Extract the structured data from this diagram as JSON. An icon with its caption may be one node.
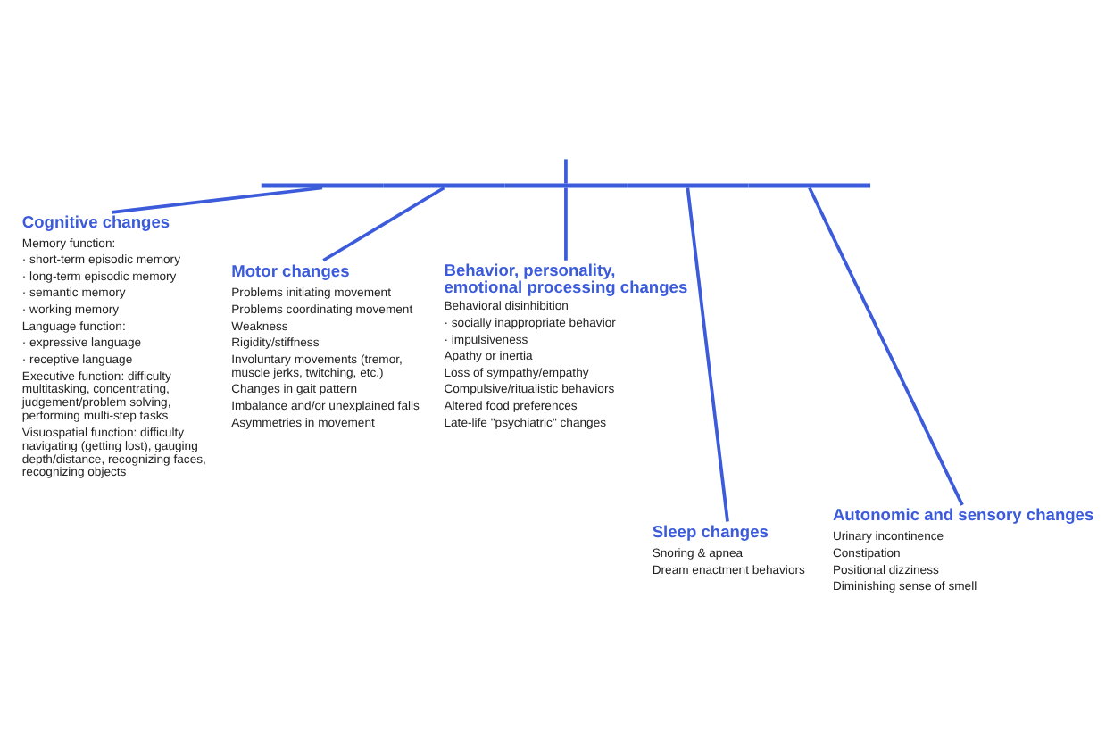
{
  "diagram": {
    "nodes": [
      {
        "text": [],
        "shape": "bar"
      },
      {
        "text": [
          "Cognitive changes",
          "Memory function:",
          "· short-term episodic memory",
          "· long-term episodic memory",
          "· semantic memory",
          "· working memory",
          "Language function:",
          "· expressive language",
          "· receptive language",
          "Executive function: difficulty multitasking, concentrating, judgement/problem solving, performing multi-step tasks",
          "Visuospatial function: difficulty navigating (getting lost), gauging depth/distance, recognizing faces, recognizing objects"
        ]
      },
      {
        "text": [
          "Motor changes",
          "Problems initiating movement",
          "Problems coordinating movement",
          "Weakness",
          "Rigidity/stiffness",
          "Involuntary movements (tremor, muscle jerks, twitching, etc.)",
          "Changes in gait pattern",
          "Imbalance and/or unexplained falls",
          "Asymmetries in movement"
        ]
      },
      {
        "text": [
          "Behavior, personality, emotional processing changes",
          "Behavioral disinhibition",
          "· socially inappropriate behavior",
          "· impulsiveness",
          "Apathy or inertia",
          "Loss of sympathy/empathy",
          "Compulsive/ritualistic behaviors",
          "Altered food preferences",
          "Late-life \"psychiatric\" changes"
        ]
      },
      {
        "text": [
          "Sleep changes",
          "Snoring & apnea",
          "Dream enactment behaviors"
        ]
      },
      {
        "text": [
          "Autonomic and sensory changes",
          "Urinary incontinence",
          "Constipation",
          "Positional dizziness",
          "Diminishing sense of smell"
        ]
      }
    ],
    "edges": [
      {
        "from": null,
        "to": 0,
        "arrow": "none"
      },
      {
        "from": 0,
        "to": 1,
        "arrow": "none"
      },
      {
        "from": 0,
        "to": 2,
        "arrow": "none"
      },
      {
        "from": 0,
        "to": 3,
        "arrow": "none"
      },
      {
        "from": 0,
        "to": 4,
        "arrow": "none"
      },
      {
        "from": 0,
        "to": 5,
        "arrow": "none"
      }
    ]
  }
}
